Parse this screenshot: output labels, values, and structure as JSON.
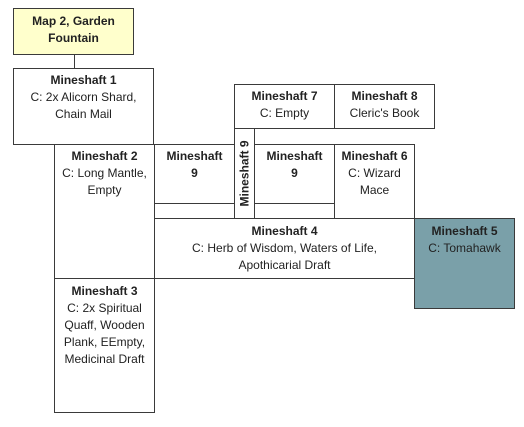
{
  "colors": {
    "garden_fill": "#ffffcc",
    "mineshaft5_fill": "#7aa0a9",
    "border": "#3a3a3a"
  },
  "nodes": {
    "garden": {
      "title": "Map 2, Garden Fountain"
    },
    "ms1": {
      "title": "Mineshaft 1",
      "body": "C: 2x Alicorn Shard, Chain Mail"
    },
    "ms2": {
      "title": "Mineshaft 2",
      "body": "C: Long Mantle, Empty"
    },
    "ms3": {
      "title": "Mineshaft 3",
      "body": "C: 2x Spiritual Quaff, Wooden Plank, EEmpty, Medicinal Draft"
    },
    "ms4": {
      "title": "Mineshaft 4",
      "body": "C: Herb of Wisdom, Waters of Life, Apothicarial Draft"
    },
    "ms5": {
      "title": "Mineshaft 5",
      "body": "C: Tomahawk"
    },
    "ms6": {
      "title": "Mineshaft 6",
      "body": "C: Wizard Mace"
    },
    "ms7": {
      "title": "Mineshaft 7",
      "body": "C: Empty"
    },
    "ms8": {
      "title": "Mineshaft 8",
      "body": "Cleric's Book"
    },
    "ms9_left": {
      "title": "Mineshaft 9"
    },
    "ms9_vertical": {
      "title": "Mineshaft 9"
    },
    "ms9_right": {
      "title": "Mineshaft 9"
    }
  }
}
